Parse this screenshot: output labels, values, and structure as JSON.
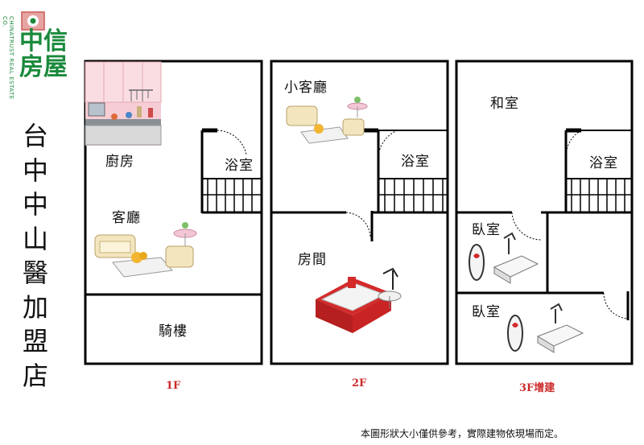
{
  "brand": {
    "logo_icon": "chinatrust-seal-icon",
    "name": "中信房屋",
    "side_text": "CHINATRUST REAL ESTATE CO.",
    "color": "#1a8a3c"
  },
  "store_name": "台中中山醫加盟店",
  "floors": [
    {
      "label": "1F",
      "rooms": [
        {
          "name": "廚房"
        },
        {
          "name": "浴室"
        },
        {
          "name": "客廳"
        },
        {
          "name": "騎樓"
        }
      ]
    },
    {
      "label": "2F",
      "rooms": [
        {
          "name": "小客廳"
        },
        {
          "name": "浴室"
        },
        {
          "name": "房間"
        }
      ]
    },
    {
      "label": "3F增建",
      "rooms": [
        {
          "name": "和室"
        },
        {
          "name": "浴室"
        },
        {
          "name": "臥室"
        },
        {
          "name": "臥室"
        }
      ]
    }
  ],
  "footnote": "本圖形狀大小僅供參考，實際建物依現場而定。",
  "colors": {
    "wall": "#000000",
    "floor_label": "#cc2a2a",
    "bed_red": "#d42a2a",
    "kitchen_pink": "#f4c2cc"
  }
}
